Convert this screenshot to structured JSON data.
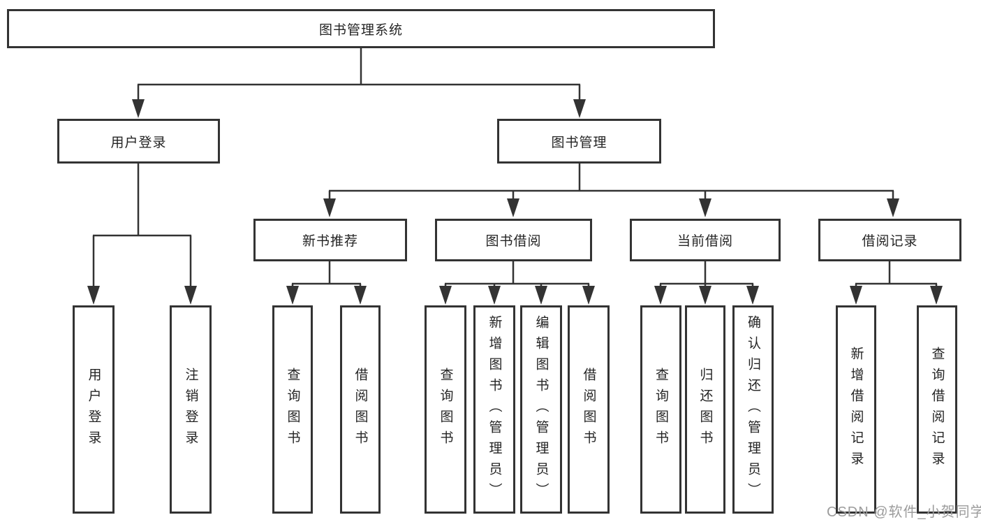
{
  "diagram": {
    "root": {
      "label": "图书管理系统"
    },
    "level2": [
      {
        "label": "用户登录"
      },
      {
        "label": "图书管理"
      }
    ],
    "level3": [
      {
        "label": "新书推荐"
      },
      {
        "label": "图书借阅"
      },
      {
        "label": "当前借阅"
      },
      {
        "label": "借阅记录"
      }
    ],
    "leaves": [
      {
        "label": "用户登录"
      },
      {
        "label": "注销登录"
      },
      {
        "label": "查询图书"
      },
      {
        "label": "借阅图书"
      },
      {
        "label": "查询图书"
      },
      {
        "label": "新增图书（管理员）"
      },
      {
        "label": "编辑图书（管理员）"
      },
      {
        "label": "借阅图书"
      },
      {
        "label": "查询图书"
      },
      {
        "label": "归还图书"
      },
      {
        "label": "确认归还（管理员）"
      },
      {
        "label": "新增借阅记录"
      },
      {
        "label": "查询借阅记录"
      }
    ]
  },
  "watermark": {
    "text": "CSDN @软件_小贺同学"
  },
  "colors": {
    "line": "#333333",
    "box_border": "#333333",
    "text": "#242424",
    "watermark": "#9c9c9c",
    "background": "#ffffff"
  }
}
